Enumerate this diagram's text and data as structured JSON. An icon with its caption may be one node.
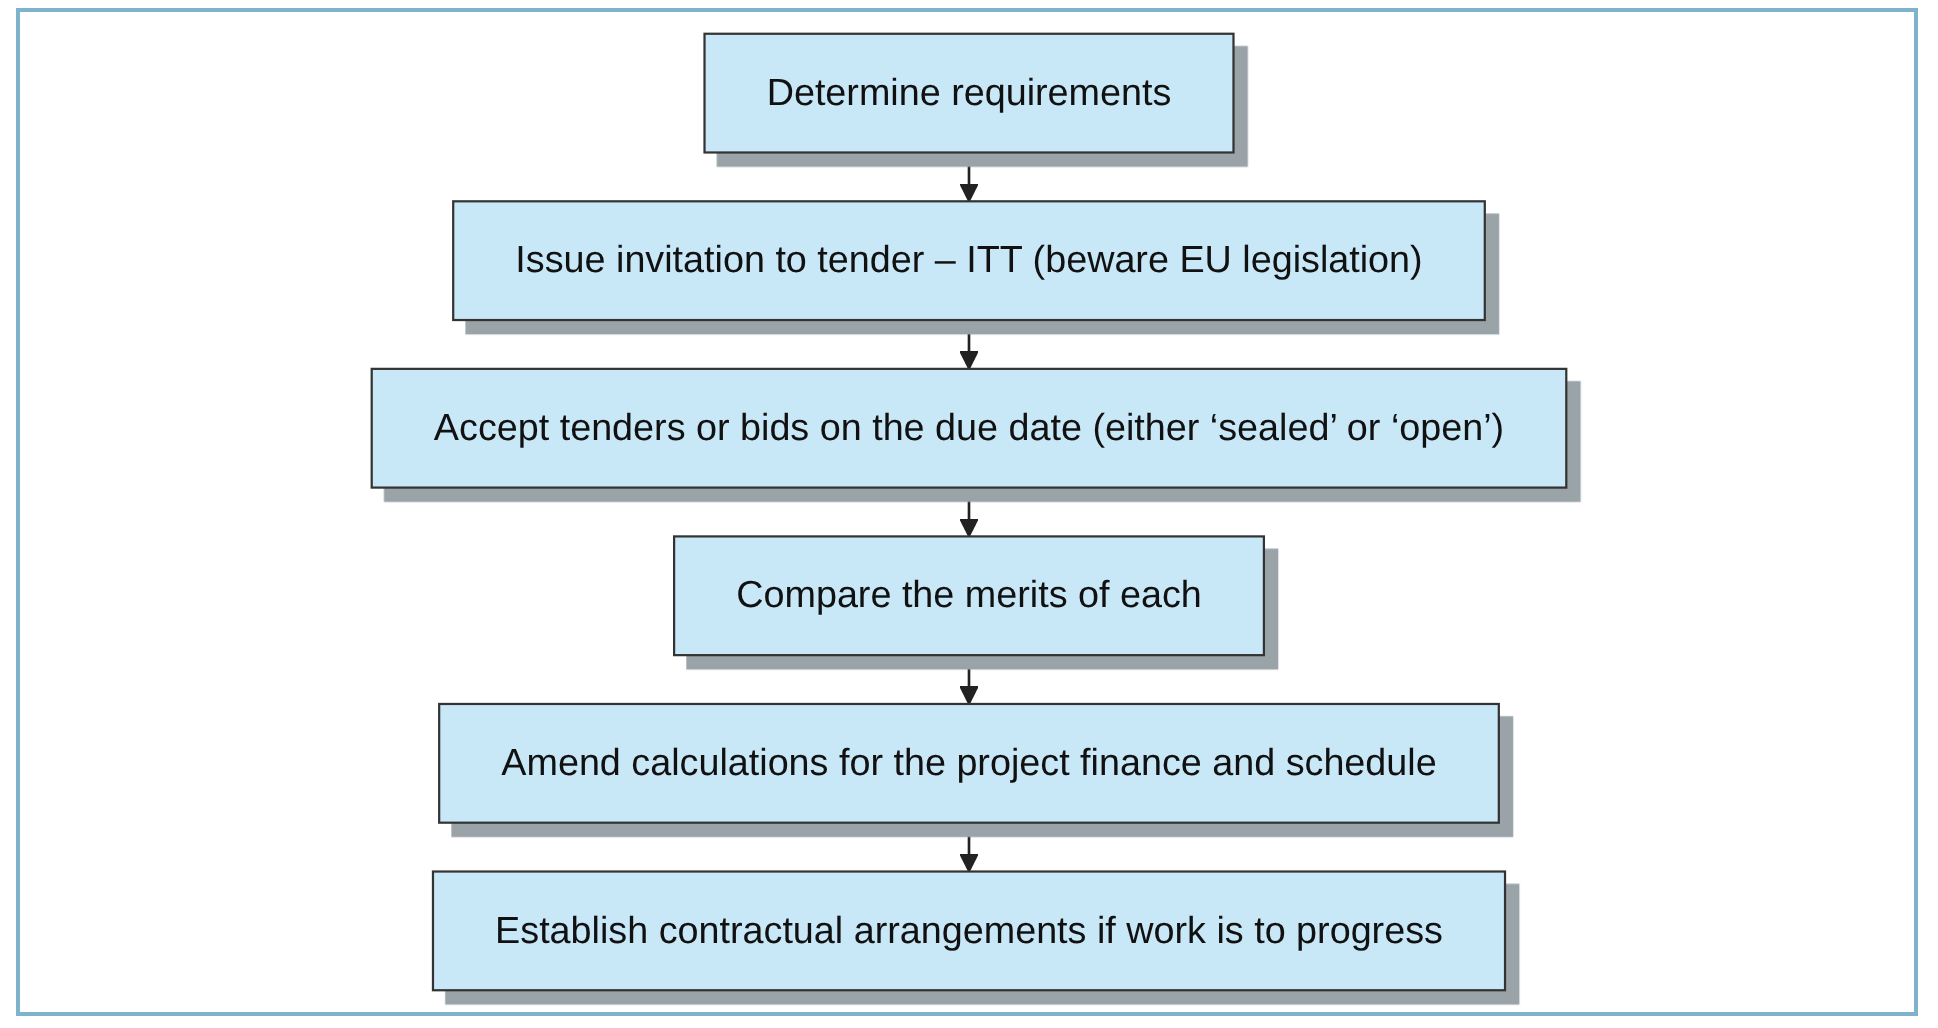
{
  "diagram": {
    "nodes": [
      {
        "text": [
          "Determine requirements"
        ]
      },
      {
        "text": [
          "Issue invitation to tender – ITT (beware EU legislation)"
        ]
      },
      {
        "text": [
          "Accept tenders or bids on the due date (either ‘sealed’ or ‘open’)"
        ]
      },
      {
        "text": [
          "Compare the merits of each"
        ]
      },
      {
        "text": [
          "Amend calculations for the project finance and schedule"
        ]
      },
      {
        "text": [
          "Establish contractual arrangements if work is to progress"
        ]
      }
    ],
    "edges": [
      {
        "from": 0,
        "to": 1,
        "arrow": "to"
      },
      {
        "from": 1,
        "to": 2,
        "arrow": "to"
      },
      {
        "from": 2,
        "to": 3,
        "arrow": "to"
      },
      {
        "from": 3,
        "to": 4,
        "arrow": "to"
      },
      {
        "from": 4,
        "to": 5,
        "arrow": "to"
      }
    ]
  }
}
